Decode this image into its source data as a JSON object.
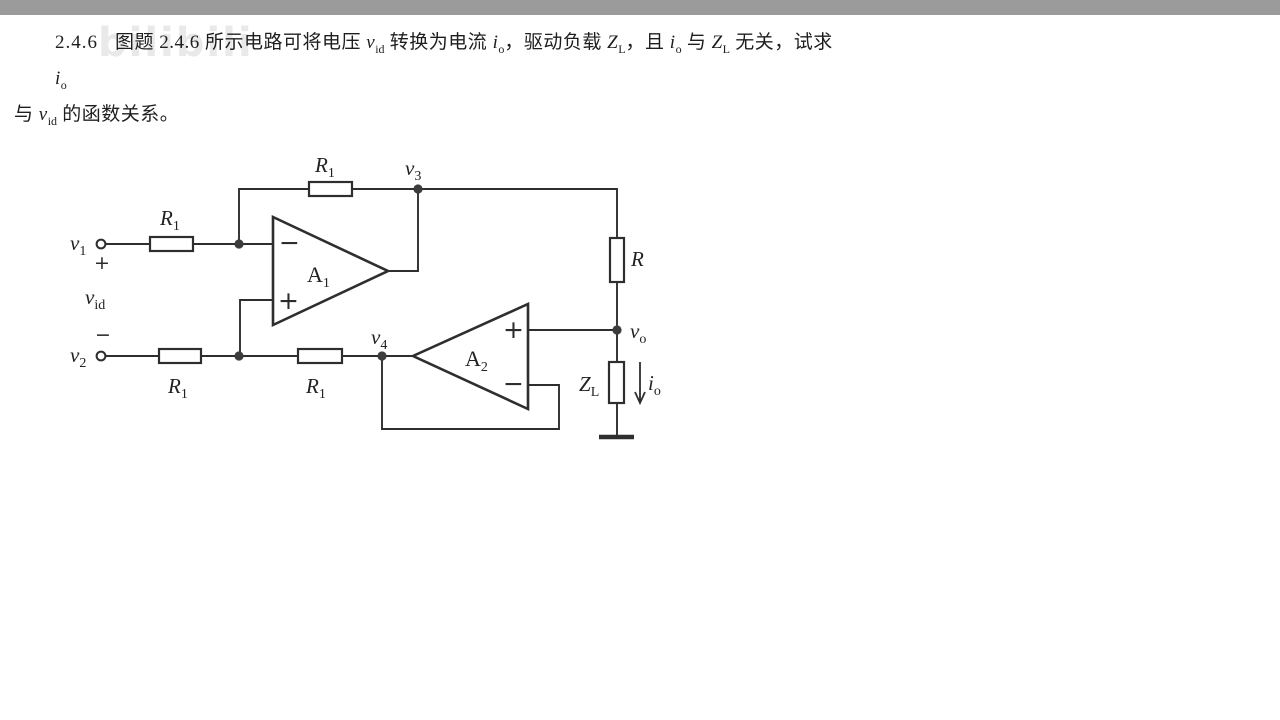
{
  "colors": {
    "top_bar": "#9b9b9b",
    "background": "#ffffff",
    "line": "#2e2e2e",
    "text": "#1e1e1e"
  },
  "watermark": {
    "text": "bilibili"
  },
  "problem": {
    "line1": [
      {
        "t": "2.4.6"
      },
      {
        "t": "图题 2.4.6 所示电路可将电压 "
      },
      {
        "b": "v",
        "s": "id"
      },
      {
        "t": " 转换为电流 "
      },
      {
        "b": "i",
        "s": "o"
      },
      {
        "t": "，驱动负载 "
      },
      {
        "b": "Z",
        "s": "L"
      },
      {
        "t": "，且 "
      },
      {
        "b": "i",
        "s": "o"
      },
      {
        "t": " 与 "
      },
      {
        "b": "Z",
        "s": "L"
      },
      {
        "t": " 无关，试求 "
      },
      {
        "b": "i",
        "s": "o"
      }
    ],
    "line2": [
      {
        "t": "与 "
      },
      {
        "b": "v",
        "s": "id"
      },
      {
        "t": " 的函数关系。"
      }
    ]
  },
  "circuit": {
    "opamps": {
      "a1": {
        "b": "A",
        "s": "1"
      },
      "a2": {
        "b": "A",
        "s": "2"
      }
    },
    "labels": {
      "v1": {
        "b": "v",
        "s": "1"
      },
      "v2": {
        "b": "v",
        "s": "2"
      },
      "v3": {
        "b": "v",
        "s": "3"
      },
      "v4": {
        "b": "v",
        "s": "4"
      },
      "vid": {
        "b": "v",
        "s": "id"
      },
      "vo": {
        "b": "v",
        "s": "o"
      },
      "io": {
        "b": "i",
        "s": "o"
      },
      "r1": {
        "b": "R",
        "s": "1"
      },
      "r": {
        "b": "R",
        "s": ""
      },
      "zl": {
        "b": "Z",
        "s": "L"
      },
      "plus": "+",
      "minus": "−"
    }
  }
}
